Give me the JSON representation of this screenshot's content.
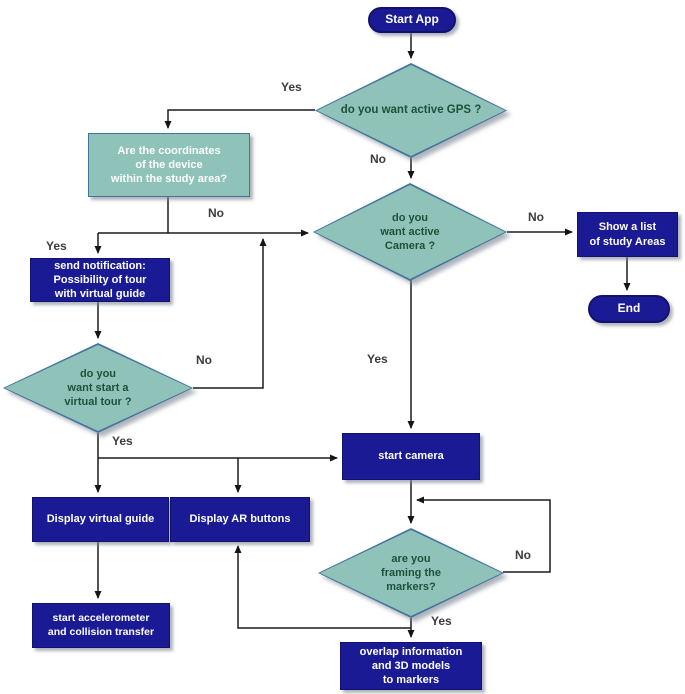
{
  "diagram": {
    "title": "AR tour app flowchart",
    "colors": {
      "navy": "#1a1a94",
      "navy-border": "#12126e",
      "teal": "#8fc3b9",
      "teal-border": "#44739e",
      "line": "#1c1c1c",
      "diamond-text": "#1f5138",
      "label-text": "#3c3c3c"
    },
    "nodes": {
      "start": {
        "type": "terminator",
        "label": "Start App"
      },
      "gps": {
        "type": "decision",
        "label": "do you want active GPS ?"
      },
      "coords": {
        "type": "process",
        "label": "Are the coordinates\nof the device\nwithin the study area?"
      },
      "camera": {
        "type": "decision",
        "label": "do you\nwant active\nCamera ?"
      },
      "show_list": {
        "type": "process",
        "label": "Show a list\nof study Areas"
      },
      "end": {
        "type": "terminator",
        "label": "End"
      },
      "notify": {
        "type": "process",
        "label": "send notification:\nPossibility of tour\nwith virtual guide"
      },
      "tour": {
        "type": "decision",
        "label": "do you\nwant start a\nvirtual tour ?"
      },
      "start_camera": {
        "type": "process",
        "label": "start camera"
      },
      "display_guide": {
        "type": "process",
        "label": "Display virtual guide"
      },
      "display_ar": {
        "type": "process",
        "label": "Display AR buttons"
      },
      "markers": {
        "type": "decision",
        "label": "are you\nframing the\nmarkers?"
      },
      "accel": {
        "type": "process",
        "label": "start accelerometer\nand collision transfer"
      },
      "overlap": {
        "type": "process",
        "label": "overlap information\nand 3D models\nto markers"
      }
    },
    "edge_labels": {
      "gps_yes": "Yes",
      "gps_no": "No",
      "coords_no": "No",
      "coords_yes": "Yes",
      "camera_no": "No",
      "camera_yes": "Yes",
      "tour_no": "No",
      "tour_yes": "Yes",
      "markers_no": "No",
      "markers_yes": "Yes"
    }
  }
}
